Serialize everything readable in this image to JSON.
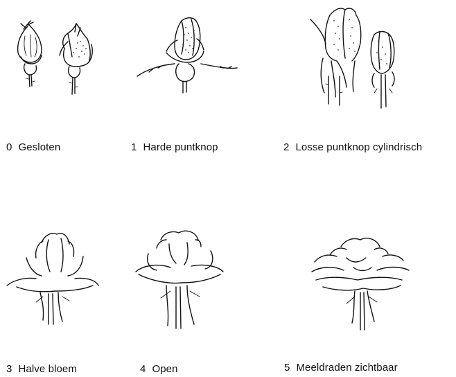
{
  "stages": [
    {
      "number": "0",
      "name": "Gesloten"
    },
    {
      "number": "1",
      "name": "Harde puntknop"
    },
    {
      "number": "2",
      "name": "Losse puntknop cylindrisch"
    },
    {
      "number": "3",
      "name": "Halve bloem"
    },
    {
      "number": "4",
      "name": "Open"
    },
    {
      "number": "5",
      "name": "Meeldraden zichtbaar"
    }
  ]
}
